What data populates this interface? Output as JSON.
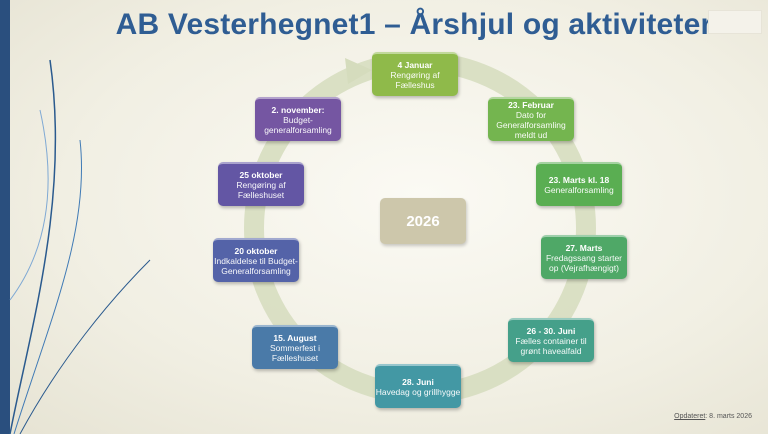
{
  "title": "AB Vesterhegnet1 – Årshjul og aktiviteter",
  "center_year": "2026",
  "events": [
    {
      "date": "4 Januar",
      "text": "Rengøring af Fælleshus",
      "color": "#8fba4a"
    },
    {
      "date": "23. Februar",
      "text": "Dato for Generalforsamling meldt ud",
      "color": "#74b54f"
    },
    {
      "date": "23. Marts kl. 18",
      "text": "Generalforsamling",
      "color": "#5aae52"
    },
    {
      "date": "27. Marts",
      "text": "Fredagssang starter op (Vejrafhængigt)",
      "color": "#4fa867"
    },
    {
      "date": "26 - 30. Juni",
      "text": "Fælles container til grønt havealfald",
      "color": "#45a08a"
    },
    {
      "date": "28. Juni",
      "text": "Havedag og grillhygge",
      "color": "#4398a4"
    },
    {
      "date": "15. August",
      "text": "Sommerfest i Fælleshuset",
      "color": "#4a7aa8"
    },
    {
      "date": "20 oktober",
      "text": "Indkaldelse til Budget-Generalforsamling",
      "color": "#5463a8"
    },
    {
      "date": "25 oktober",
      "text": "Rengøring af Fælleshuset",
      "color": "#6356a4"
    },
    {
      "date": "2. november:",
      "text": "Budget-generalforsamling",
      "color": "#7556a2"
    }
  ],
  "footer": {
    "label": "Opdateret",
    "date": ": 8. marts 2026"
  }
}
